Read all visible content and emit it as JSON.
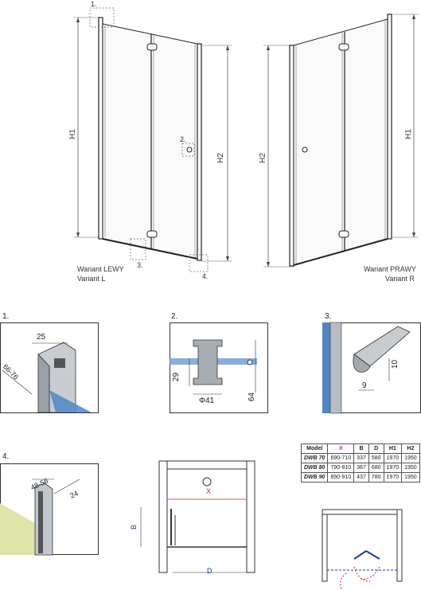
{
  "top": {
    "left_variant": {
      "line1": "Wariant LEWY",
      "line2": "Variant L"
    },
    "right_variant": {
      "line1": "Wariant PRAWY",
      "line2": "Variant R"
    },
    "h1": "H1",
    "h2": "H2",
    "callouts": [
      "1.",
      "2.",
      "3.",
      "4."
    ]
  },
  "details": {
    "d1": {
      "label": "1.",
      "dim_a": "25",
      "dim_b": "66-76"
    },
    "d2": {
      "label": "2.",
      "dim_h": "29",
      "dim_d": "Φ41",
      "dim_v": "64"
    },
    "d3": {
      "label": "3.",
      "dim_h": "10",
      "dim_w": "9"
    },
    "d4": {
      "label": "4.",
      "dim_a": "48-58",
      "dim_b": "24"
    }
  },
  "plan": {
    "x": "X",
    "b": "B",
    "d": "D"
  },
  "table": {
    "headers": [
      "Model",
      "X",
      "B",
      "D",
      "H1",
      "H2"
    ],
    "rows": [
      [
        "DWB 70",
        "690-710",
        "337",
        "580",
        "1970",
        "1950"
      ],
      [
        "DWB 80",
        "790-810",
        "387",
        "680",
        "1970",
        "1950"
      ],
      [
        "DWB 90",
        "890-910",
        "437",
        "780",
        "1970",
        "1950"
      ]
    ]
  }
}
